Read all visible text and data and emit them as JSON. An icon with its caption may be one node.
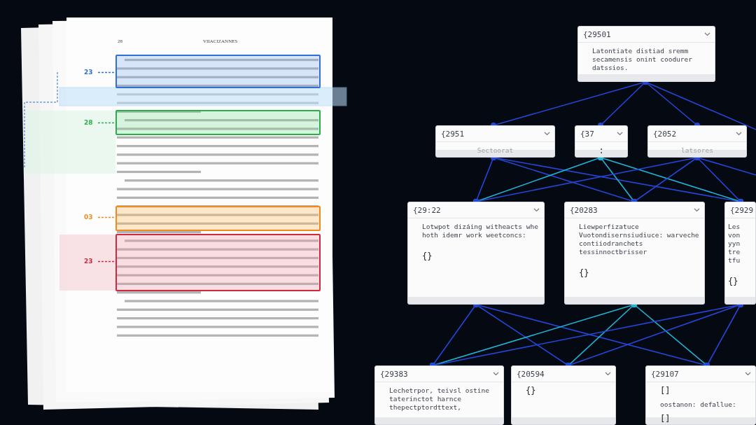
{
  "diagram": {
    "nodes": [
      {
        "text": [
          "23"
        ]
      },
      {
        "text": [],
        "shape": "box"
      },
      {
        "text": [
          "28"
        ]
      },
      {
        "text": [],
        "shape": "box"
      },
      {
        "text": [
          "03"
        ]
      },
      {
        "text": [],
        "shape": "box"
      },
      {
        "text": [
          "23"
        ]
      },
      {
        "text": [],
        "shape": "box"
      },
      {
        "text": [
          "{29501",
          "Latontiate distiad sremm secamensis onint coodurer datssios."
        ]
      },
      {
        "text": [
          "{2951",
          "Sectoorat"
        ]
      },
      {
        "text": [
          "{37",
          ":"
        ]
      },
      {
        "text": [
          "{2052",
          "latsores"
        ]
      },
      {
        "text": [
          "{29:22",
          "Lotwpot dizáing witheacts whe hoth idemr work weetconcs:",
          "{}"
        ]
      },
      {
        "text": [
          "{20283",
          "Liewperfizatuce Vuotondisernsiudiuce: warveche contiiodranchets tessinnoctbrisser",
          "{}"
        ]
      },
      {
        "text": [
          "{2929",
          "Les von yyn tre tfu",
          "{}"
        ]
      },
      {
        "text": [
          "{29383",
          "Lechetrpor, teivsl ostine taterinctot harnce thepectptordttext,"
        ]
      },
      {
        "text": [
          "{20594",
          "{}"
        ]
      },
      {
        "text": [
          "{29107",
          "[]",
          "oostanon: defallue:",
          "[]"
        ]
      }
    ],
    "edges": [
      {
        "from": 0,
        "to": 1,
        "arrow": "none",
        "style": "dashed",
        "color": "#2f6fd6"
      },
      {
        "from": 2,
        "to": 3,
        "arrow": "none",
        "style": "dashed",
        "color": "#27b04a"
      },
      {
        "from": 4,
        "to": 5,
        "arrow": "none",
        "style": "dashed",
        "color": "#f08a1c"
      },
      {
        "from": 6,
        "to": 7,
        "arrow": "none",
        "style": "dashed",
        "color": "#d0283c"
      },
      {
        "from": 8,
        "to": 9,
        "arrow": "other"
      },
      {
        "from": 8,
        "to": 10,
        "arrow": "other"
      },
      {
        "from": 8,
        "to": 11,
        "arrow": "other"
      },
      {
        "from": 8,
        "to": null,
        "arrow": "other"
      },
      {
        "from": 9,
        "to": 12,
        "arrow": "other"
      },
      {
        "from": 9,
        "to": 13,
        "arrow": "other"
      },
      {
        "from": 9,
        "to": 14,
        "arrow": "other"
      },
      {
        "from": 10,
        "to": 12,
        "arrow": "other",
        "color": "#1fb5d6"
      },
      {
        "from": 10,
        "to": 13,
        "arrow": "other",
        "color": "#1fb5d6"
      },
      {
        "from": 10,
        "to": 14,
        "arrow": "other",
        "color": "#1fb5d6"
      },
      {
        "from": 11,
        "to": 12,
        "arrow": "other"
      },
      {
        "from": 11,
        "to": 13,
        "arrow": "other"
      },
      {
        "from": 11,
        "to": 14,
        "arrow": "other"
      },
      {
        "from": 11,
        "to": null,
        "arrow": "other"
      },
      {
        "from": 12,
        "to": 15,
        "arrow": "other"
      },
      {
        "from": 12,
        "to": 16,
        "arrow": "other"
      },
      {
        "from": 12,
        "to": 17,
        "arrow": "other"
      },
      {
        "from": 13,
        "to": 15,
        "arrow": "other",
        "color": "#1fb5d6"
      },
      {
        "from": 13,
        "to": 16,
        "arrow": "other",
        "color": "#1fb5d6"
      },
      {
        "from": 13,
        "to": 17,
        "arrow": "other",
        "color": "#1fb5d6"
      },
      {
        "from": 14,
        "to": 15,
        "arrow": "other"
      },
      {
        "from": 14,
        "to": 16,
        "arrow": "other"
      },
      {
        "from": 14,
        "to": 17,
        "arrow": "other"
      }
    ],
    "labels": [
      "28",
      "VIIACIZANNES"
    ]
  }
}
